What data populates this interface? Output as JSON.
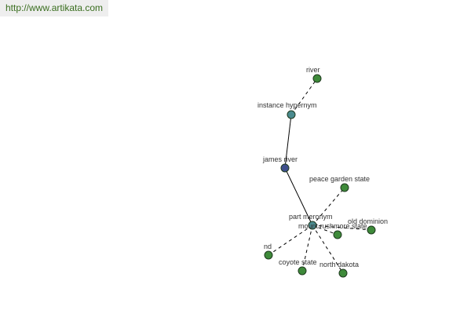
{
  "banner": {
    "url": "http://www.artikata.com"
  },
  "colors": {
    "center": "#3e4f8c",
    "relation": "#4a8a8e",
    "leaf": "#3e8a3a",
    "outline": "#1f3a1f",
    "edge": "#000000",
    "label": "#333333"
  },
  "graph": {
    "nodes": [
      {
        "id": "james-river",
        "label": "james river",
        "kind": "center"
      },
      {
        "id": "instance-hypernym",
        "label": "instance hypernym",
        "kind": "relation"
      },
      {
        "id": "river",
        "label": "river",
        "kind": "leaf"
      },
      {
        "id": "part-meronym",
        "label": "part meronym",
        "kind": "relation"
      },
      {
        "id": "peace-garden-state",
        "label": "peace garden state",
        "kind": "leaf"
      },
      {
        "id": "mount-rushmore-state",
        "label": "mount rushmore state",
        "kind": "leaf"
      },
      {
        "id": "old-dominion",
        "label": "old dominion",
        "kind": "leaf"
      },
      {
        "id": "nd",
        "label": "nd",
        "kind": "leaf"
      },
      {
        "id": "coyote-state",
        "label": "coyote state",
        "kind": "leaf"
      },
      {
        "id": "north-dakota",
        "label": "north dakota",
        "kind": "leaf"
      }
    ],
    "edges": [
      {
        "from": "james-river",
        "to": "instance-hypernym",
        "style": "solid"
      },
      {
        "from": "instance-hypernym",
        "to": "river",
        "style": "dashed"
      },
      {
        "from": "james-river",
        "to": "part-meronym",
        "style": "solid"
      },
      {
        "from": "part-meronym",
        "to": "peace-garden-state",
        "style": "dashed"
      },
      {
        "from": "part-meronym",
        "to": "mount-rushmore-state",
        "style": "dashed"
      },
      {
        "from": "part-meronym",
        "to": "old-dominion",
        "style": "dashed"
      },
      {
        "from": "part-meronym",
        "to": "nd",
        "style": "dashed"
      },
      {
        "from": "part-meronym",
        "to": "coyote-state",
        "style": "dashed"
      },
      {
        "from": "part-meronym",
        "to": "north-dakota",
        "style": "dashed"
      }
    ]
  }
}
